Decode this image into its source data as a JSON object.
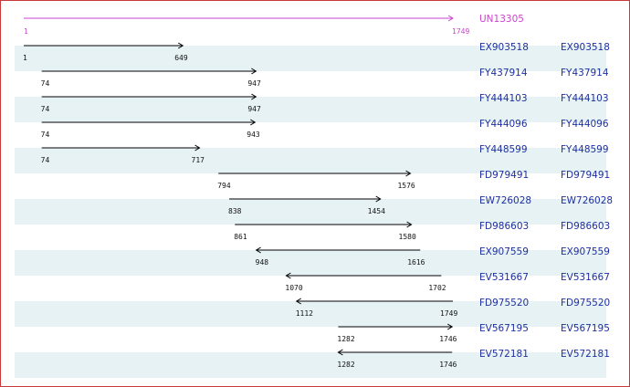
{
  "colors": {
    "query": "#cc44cc",
    "arrow": "#000000",
    "link": "#1d2fa0",
    "band": "#e7f2f5",
    "frame": "#c8393b"
  },
  "query": {
    "name": "UN13305",
    "start": 1,
    "end": 1749,
    "start_label": "1",
    "end_label": "1749"
  },
  "hits": [
    {
      "acc": "EX903518",
      "link": "EX903518",
      "start": 1,
      "end": 649,
      "start_label": "1",
      "end_label": "649",
      "strand": "+"
    },
    {
      "acc": "FY437914",
      "link": "FY437914",
      "start": 74,
      "end": 947,
      "start_label": "74",
      "end_label": "947",
      "strand": "+"
    },
    {
      "acc": "FY444103",
      "link": "FY444103",
      "start": 74,
      "end": 947,
      "start_label": "74",
      "end_label": "947",
      "strand": "+"
    },
    {
      "acc": "FY444096",
      "link": "FY444096",
      "start": 74,
      "end": 943,
      "start_label": "74",
      "end_label": "943",
      "strand": "+"
    },
    {
      "acc": "FY448599",
      "link": "FY448599",
      "start": 74,
      "end": 717,
      "start_label": "74",
      "end_label": "717",
      "strand": "+"
    },
    {
      "acc": "FD979491",
      "link": "FD979491",
      "start": 794,
      "end": 1576,
      "start_label": "794",
      "end_label": "1576",
      "strand": "+"
    },
    {
      "acc": "EW726028",
      "link": "EW726028",
      "start": 838,
      "end": 1454,
      "start_label": "838",
      "end_label": "1454",
      "strand": "+"
    },
    {
      "acc": "FD986603",
      "link": "FD986603",
      "start": 861,
      "end": 1580,
      "start_label": "861",
      "end_label": "1580",
      "strand": "+"
    },
    {
      "acc": "EX907559",
      "link": "EX907559",
      "start": 948,
      "end": 1616,
      "start_label": "948",
      "end_label": "1616",
      "strand": "-"
    },
    {
      "acc": "EV531667",
      "link": "EV531667",
      "start": 1070,
      "end": 1702,
      "start_label": "1070",
      "end_label": "1702",
      "strand": "-"
    },
    {
      "acc": "FD975520",
      "link": "FD975520",
      "start": 1112,
      "end": 1749,
      "start_label": "1112",
      "end_label": "1749",
      "strand": "-"
    },
    {
      "acc": "EV567195",
      "link": "EV567195",
      "start": 1282,
      "end": 1746,
      "start_label": "1282",
      "end_label": "1746",
      "strand": "+"
    },
    {
      "acc": "EV572181",
      "link": "EV572181",
      "start": 1282,
      "end": 1746,
      "start_label": "1282",
      "end_label": "1746",
      "strand": "-"
    }
  ]
}
